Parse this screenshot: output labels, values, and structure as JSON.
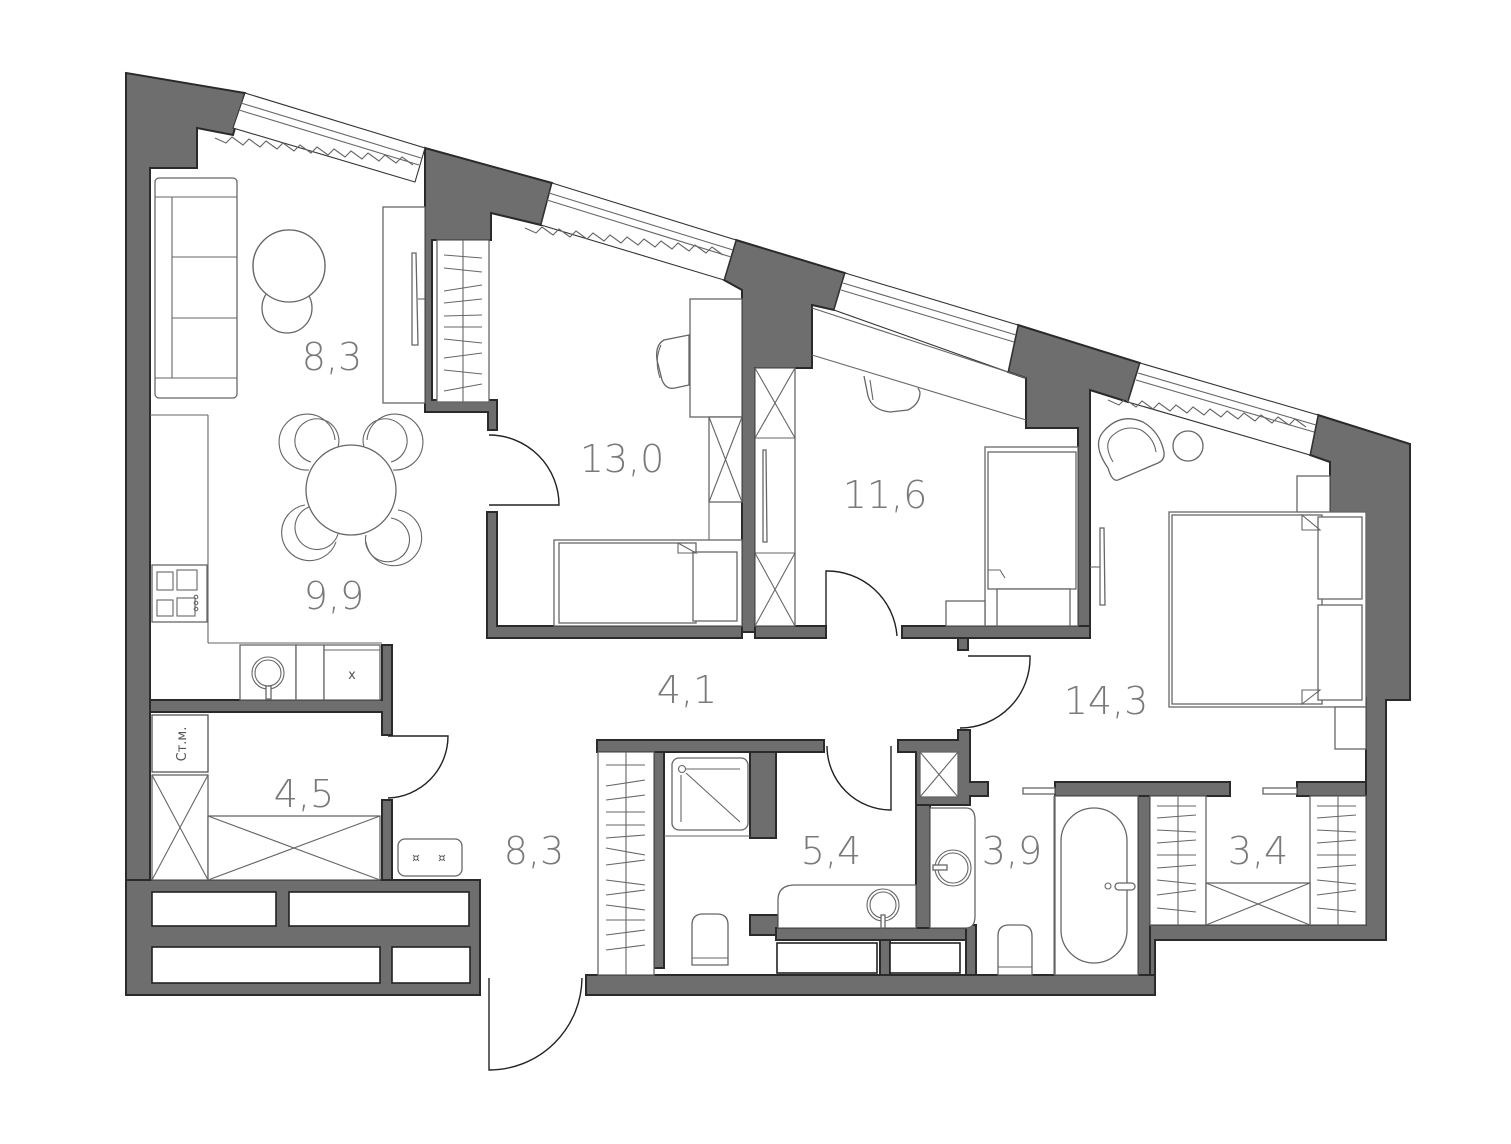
{
  "plan": {
    "type": "apartment floor plan",
    "units": "m²",
    "wall_color": "#6e6e6e",
    "label_color": "#7a7a7a",
    "rooms": [
      {
        "id": "living",
        "label": "8,3"
      },
      {
        "id": "bedroom-1",
        "label": "13,0"
      },
      {
        "id": "bedroom-2",
        "label": "11,6"
      },
      {
        "id": "kitchen",
        "label": "9,9"
      },
      {
        "id": "corridor",
        "label": "4,1"
      },
      {
        "id": "master-bedroom",
        "label": "14,3"
      },
      {
        "id": "laundry",
        "label": "4,5"
      },
      {
        "id": "entrance-hall",
        "label": "8,3"
      },
      {
        "id": "bathroom-1",
        "label": "5,4"
      },
      {
        "id": "bathroom-2",
        "label": "3,9"
      },
      {
        "id": "wardrobe",
        "label": "3,4"
      }
    ],
    "fixtures": {
      "washing_machine_label": "Ст.м.",
      "dishwasher_mark": "x"
    }
  }
}
